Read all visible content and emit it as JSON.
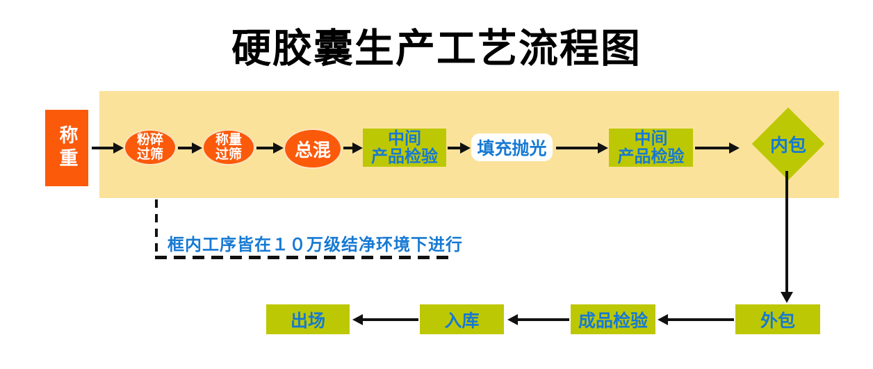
{
  "title": "硬胶囊生产工艺流程图",
  "note": "框内工序皆在１０万级结净环境下进行",
  "nodes": {
    "weighing": {
      "label": "称重"
    },
    "crush_sieve": {
      "line1": "粉碎",
      "line2": "过筛"
    },
    "weigh_sieve": {
      "line1": "称量",
      "line2": "过筛"
    },
    "total_mix": {
      "label": "总混"
    },
    "intermediate_inspection_1": {
      "line1": "中间",
      "line2": "产品检验"
    },
    "fill_polish": {
      "label": "填充抛光"
    },
    "intermediate_inspection_2": {
      "line1": "中间",
      "line2": "产品检验"
    },
    "inner_pack": {
      "label": "内包"
    },
    "outer_pack": {
      "label": "外包"
    },
    "finished_inspection": {
      "label": "成品检验"
    },
    "warehouse_in": {
      "label": "入库"
    },
    "dispatch": {
      "label": "出场"
    }
  },
  "colors": {
    "node_orange": "#FB5A0B",
    "band_yellow": "#FBE29B",
    "node_green": "#BDC805",
    "text_blue": "#1679D3",
    "text_white": "#FFFFFF",
    "arrow_black": "#111111"
  }
}
